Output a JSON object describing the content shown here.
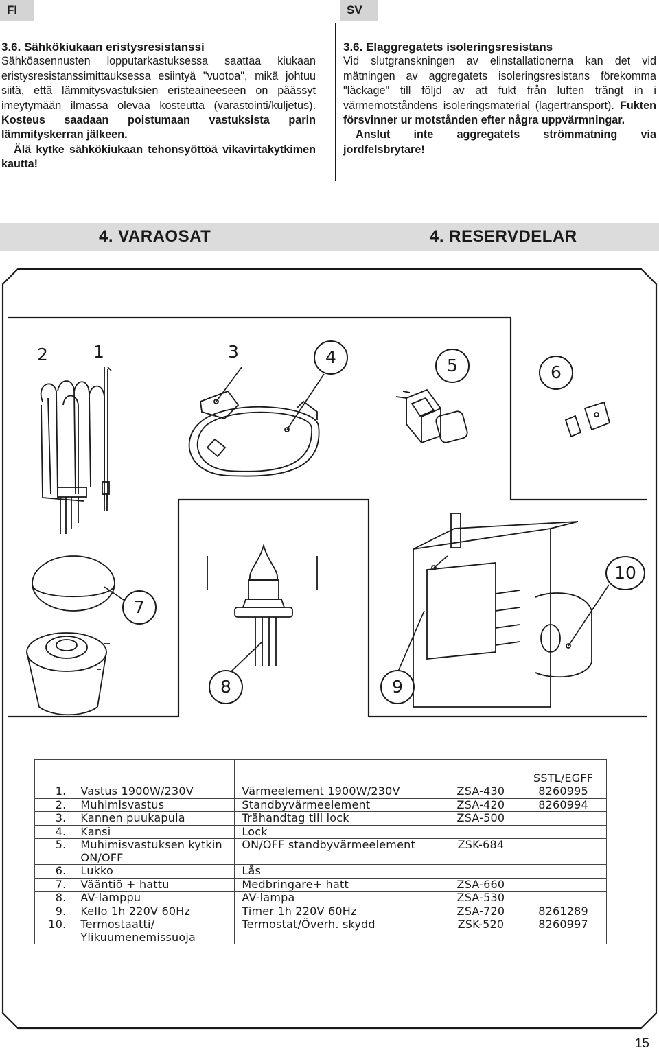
{
  "header": {
    "tab_fi": "FI",
    "tab_sv": "SV"
  },
  "fi": {
    "heading": "3.6. Sähkökiukaan eristysresistanssi",
    "body": "Sähköasennusten lopputarkastuksessa saattaa kiukaan eristysresistanssimittauksessa esiintyä \"vuotoa\", mikä johtuu siitä, että lämmitysvastuksien eristeaineeseen on päässyt imeytymään ilmassa olevaa kosteutta (varastointi/kuljetus).",
    "bold1": "Kosteus saadaan poistumaan vastuksista parin lämmityskerran jälkeen.",
    "bold2": "Älä kytke sähkökiukaan tehonsyöttöä vikavirtakytkimen kautta!"
  },
  "sv": {
    "heading": "3.6. Elaggregatets isoleringsresistans",
    "body": "Vid slutgranskningen av elinstallationerna kan det vid mätningen av aggregatets isoleringsresistans förekomma \"läckage\" till följd av att fukt från luften trängt in i värmemotståndens isoleringsmaterial (lagertransport).",
    "bold1": "Fukten försvinner ur motstånden efter några uppvärmningar.",
    "bold2": "Anslut inte aggregatets strömmatning via jordfelsbrytare!"
  },
  "section": {
    "fi_title": "4. VARAOSAT",
    "sv_title": "4. RESERVDELAR"
  },
  "callouts": [
    "1",
    "2",
    "3",
    "4",
    "5",
    "6",
    "7",
    "8",
    "9",
    "10"
  ],
  "table": {
    "header_sstl": "SSTL/EGFF",
    "rows": [
      {
        "num": "1.",
        "fi": "Vastus 1900W/230V",
        "sv": "Värmeelement 1900W/230V",
        "code": "ZSA-430",
        "sstl": "8260995"
      },
      {
        "num": "2.",
        "fi": "Muhimisvastus",
        "sv": "Standbyvärmeelement",
        "code": "ZSA-420",
        "sstl": "8260994"
      },
      {
        "num": "3.",
        "fi": "Kannen puukapula",
        "sv": "Trähandtag till lock",
        "code": "ZSA-500",
        "sstl": ""
      },
      {
        "num": "4.",
        "fi": "Kansi",
        "sv": "Lock",
        "code": "",
        "sstl": ""
      },
      {
        "num": "5.",
        "fi": "Muhimisvastuksen kytkin ON/OFF",
        "sv": "ON/OFF standbyvärmeelement",
        "code": "ZSK-684",
        "sstl": ""
      },
      {
        "num": "6.",
        "fi": "Lukko",
        "sv": "Lås",
        "code": "",
        "sstl": ""
      },
      {
        "num": "7.",
        "fi": "Vääntiö + hattu",
        "sv": "Medbringare+ hatt",
        "code": "ZSA-660",
        "sstl": ""
      },
      {
        "num": "8.",
        "fi": "AV-lamppu",
        "sv": "AV-lampa",
        "code": "ZSA-530",
        "sstl": ""
      },
      {
        "num": "9.",
        "fi": "Kello 1h 220V 60Hz",
        "sv": "Timer 1h 220V 60Hz",
        "code": "ZSA-720",
        "sstl": "8261289"
      },
      {
        "num": "10.",
        "fi": "Termostaatti/ Ylikuumenemissuoja",
        "sv": "Termostat/Överh. skydd",
        "code": "ZSK-520",
        "sstl": "8260997"
      }
    ]
  },
  "page_number": "15"
}
